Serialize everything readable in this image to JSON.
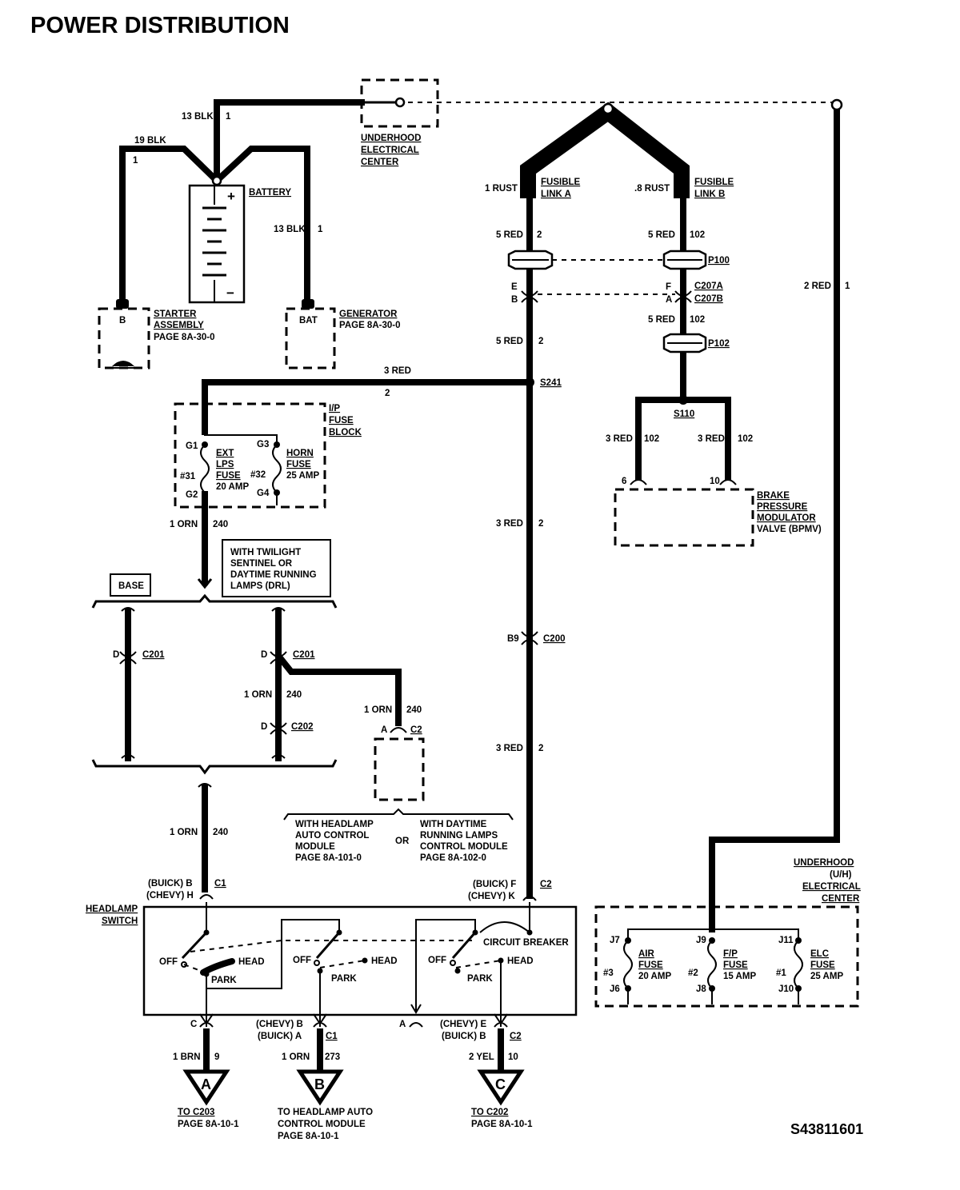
{
  "title": "POWER DISTRIBUTION",
  "figure_id": "S43811601",
  "battery": {
    "label": "BATTERY",
    "plus": "+",
    "minus": "−",
    "wire_main": "13 BLK",
    "wire_main_circ": "1",
    "wire_starter": "19 BLK",
    "wire_starter_circ": "1",
    "wire_gen": "13 BLK",
    "wire_gen_circ": "1"
  },
  "starter": {
    "pin": "B",
    "lines": [
      "STARTER",
      "ASSEMBLY",
      "PAGE 8A-30-0"
    ]
  },
  "generator": {
    "pin": "BAT",
    "lines": [
      "GENERATOR",
      "PAGE 8A-30-0"
    ]
  },
  "underhood_top": {
    "lines": [
      "UNDERHOOD",
      "ELECTRICAL",
      "CENTER"
    ]
  },
  "fusible_a": {
    "wire": "1 RUST",
    "lines": [
      "FUSIBLE",
      "LINK A"
    ],
    "red_wire": "5 RED",
    "red_circ": "2",
    "c207a": "E",
    "c207b": "B",
    "red_wire2": "5 RED",
    "red_circ2": "2"
  },
  "fusible_b": {
    "wire": ".8 RUST",
    "lines": [
      "FUSIBLE",
      "LINK B"
    ],
    "red_wire": "5 RED",
    "red_circ": "102",
    "c207a": "F",
    "c207b": "A",
    "red_wire2": "5 RED",
    "red_circ2": "102"
  },
  "connectors": {
    "p100": "P100",
    "c207a": "C207A",
    "c207b": "C207B",
    "p102": "P102",
    "s241": "S241",
    "s110": "S110",
    "c200": "C200",
    "c200_pin": "B9",
    "c201": "C201",
    "c202": "C202",
    "c2": "C2",
    "c1": "C1"
  },
  "right_feed": {
    "wire": "2 RED",
    "circ": "1"
  },
  "splice_s241_wire": {
    "wire": "3 RED",
    "circ": "2"
  },
  "bpmv": {
    "lines": [
      "BRAKE",
      "PRESSURE",
      "MODULATOR",
      "VALVE (BPMV)"
    ],
    "left_wire": "3 RED",
    "left_circ": "102",
    "left_pin": "6",
    "right_wire": "3 RED",
    "right_circ": "102",
    "right_pin": "10"
  },
  "ip_fuse_block": {
    "lines": [
      "I/P",
      "FUSE",
      "BLOCK"
    ],
    "ext_fuse": {
      "in_pin": "G1",
      "out_pin": "G2",
      "num": "#31",
      "lines": [
        "EXT",
        "LPS",
        "FUSE",
        "20 AMP"
      ]
    },
    "horn_fuse": {
      "in_pin": "G3",
      "out_pin": "G4",
      "num": "#32",
      "lines": [
        "HORN",
        "FUSE",
        "25 AMP"
      ]
    }
  },
  "orn_wire": {
    "wire": "1 ORN",
    "circ": "240"
  },
  "red_main": {
    "wire": "3 RED",
    "circ": "2"
  },
  "options": {
    "base": "BASE",
    "twilight": [
      "WITH TWILIGHT",
      "SENTINEL OR",
      "DAYTIME RUNNING",
      "LAMPS (DRL)"
    ]
  },
  "c201_pin": "D",
  "c202_pin": "D",
  "c2_pin": "A",
  "module_choice": {
    "left": [
      "WITH HEADLAMP",
      "AUTO CONTROL",
      "MODULE",
      "PAGE 8A-101-0"
    ],
    "or": "OR",
    "right": [
      "WITH DAYTIME",
      "RUNNING LAMPS",
      "CONTROL MODULE",
      "PAGE 8A-102-0"
    ]
  },
  "headlamp_switch": {
    "label": [
      "HEADLAMP",
      "SWITCH"
    ],
    "in_left": {
      "buick": "(BUICK) B",
      "chevy": "(CHEVY) H",
      "conn": "C1"
    },
    "in_right": {
      "buick": "(BUICK) F",
      "chevy": "(CHEVY) K",
      "conn": "C2"
    },
    "off": "OFF",
    "head": "HEAD",
    "park": "PARK",
    "circuit_breaker": "CIRCUIT BREAKER",
    "out_a": {
      "pin": "C",
      "wire": "1 BRN",
      "circ": "9",
      "letter": "A",
      "lines": [
        "TO C203",
        "PAGE 8A-10-1"
      ]
    },
    "out_b": {
      "chevy": "(CHEVY) B",
      "buick": "(BUICK) A",
      "conn": "C1",
      "wire": "1 ORN",
      "circ": "273",
      "letter": "B",
      "lines": [
        "TO HEADLAMP AUTO",
        "CONTROL MODULE",
        "PAGE 8A-10-1"
      ]
    },
    "out_mid": {
      "pin": "A"
    },
    "out_c": {
      "chevy": "(CHEVY) E",
      "buick": "(BUICK) B",
      "conn": "C2",
      "wire": "2 YEL",
      "circ": "10",
      "letter": "C",
      "lines": [
        "TO C202",
        "PAGE 8A-10-1"
      ]
    }
  },
  "underhood_lower": {
    "lines": [
      "UNDERHOOD",
      "(U/H)",
      "ELECTRICAL",
      "CENTER"
    ],
    "air": {
      "in_pin": "J7",
      "out_pin": "J6",
      "num": "#3",
      "lines": [
        "AIR",
        "FUSE",
        "20 AMP"
      ]
    },
    "fp": {
      "in_pin": "J9",
      "out_pin": "J8",
      "num": "#2",
      "lines": [
        "F/P",
        "FUSE",
        "15 AMP"
      ]
    },
    "elc": {
      "in_pin": "J11",
      "out_pin": "J10",
      "num": "#1",
      "lines": [
        "ELC",
        "FUSE",
        "25 AMP"
      ]
    }
  }
}
